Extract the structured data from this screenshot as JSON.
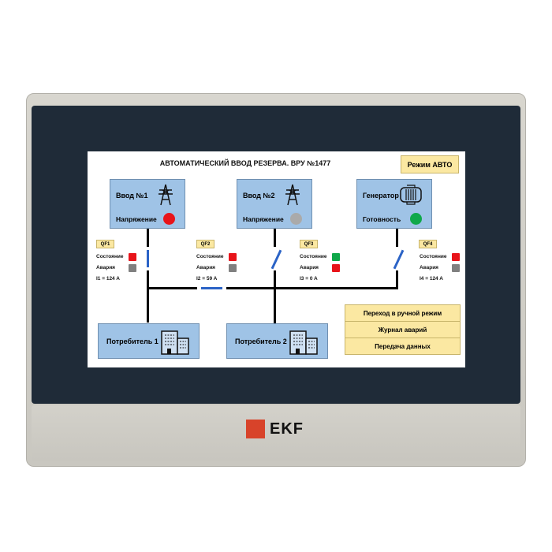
{
  "title": "АВТОМАТИЧЕСКИЙ ВВОД РЕЗЕРВА. ВРУ №1477",
  "mode_button": "Режим АВТО",
  "sources": [
    {
      "name": "Ввод №1",
      "status_label": "Напряжение",
      "led": "#e8141a",
      "icon": "power-tower-icon"
    },
    {
      "name": "Ввод №2",
      "status_label": "Напряжение",
      "led": "#aaaaaa",
      "icon": "power-tower-icon"
    },
    {
      "name": "Генератор",
      "status_label": "Готовность",
      "led": "#0fa84a",
      "icon": "generator-icon"
    }
  ],
  "breakers": [
    {
      "name": "QF1",
      "state_label": "Состояние",
      "alarm_label": "Авария",
      "current": "I1 = 124 A",
      "state_color": "#e8141a",
      "alarm_color": "#808080"
    },
    {
      "name": "QF2",
      "state_label": "Состояние",
      "alarm_label": "Авария",
      "current": "I2 = 59 A",
      "state_color": "#e8141a",
      "alarm_color": "#808080"
    },
    {
      "name": "QF3",
      "state_label": "Состояние",
      "alarm_label": "Авария",
      "current": "I3 = 0 A",
      "state_color": "#0fa84a",
      "alarm_color": "#e8141a"
    },
    {
      "name": "QF4",
      "state_label": "Состояние",
      "alarm_label": "Авария",
      "current": "I4 = 124 A",
      "state_color": "#e8141a",
      "alarm_color": "#808080"
    }
  ],
  "consumers": [
    "Потребитель 1",
    "Потребитель 2"
  ],
  "menu": [
    "Переход в ручной режим",
    "Журнал аварий",
    "Передача данных"
  ],
  "brand": "EKF"
}
